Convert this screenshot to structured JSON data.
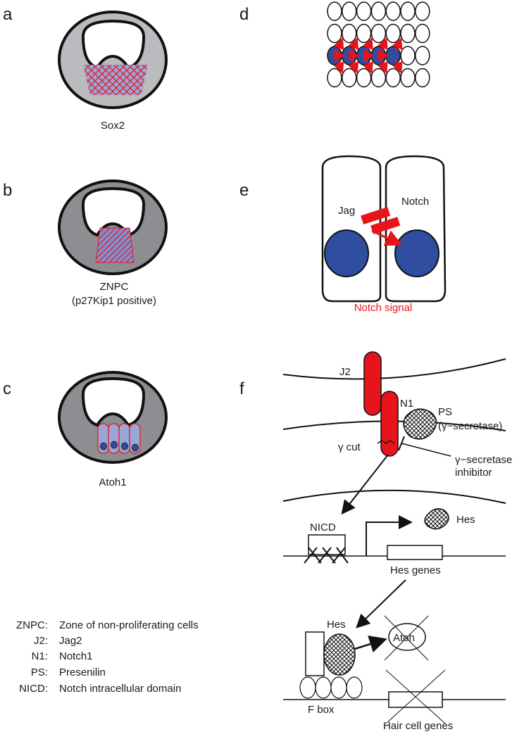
{
  "panels": {
    "a": {
      "letter": "a",
      "caption": "Sox2"
    },
    "b": {
      "letter": "b",
      "caption_line1": "ZNPC",
      "caption_line2": "(p27Kip1 positive)"
    },
    "c": {
      "letter": "c",
      "caption": "Atoh1"
    },
    "d": {
      "letter": "d"
    },
    "e": {
      "letter": "e",
      "jag_label": "Jag",
      "notch_label": "Notch",
      "signal_label": "Notch signal"
    },
    "f": {
      "letter": "f",
      "j2_label": "J2",
      "n1_label": "N1",
      "ps_label": "PS",
      "gamma_secretase_label": "(γ−secretase)",
      "gamma_cut_label": "γ cut",
      "inhibitor_line1": "γ−secretase",
      "inhibitor_line2": "inhibitor",
      "nicd_label": "NICD",
      "hes_label_top": "Hes",
      "hes_genes_label": "Hes genes",
      "hes_label_bottom": "Hes",
      "atoh_label": "Atoh",
      "fbox_label": "F box",
      "hair_cell_genes_label": "Hair cell genes"
    }
  },
  "legend": [
    {
      "abbr": "ZNPC:",
      "meaning": "Zone of non-proliferating cells"
    },
    {
      "abbr": "J2:",
      "meaning": "Jag2"
    },
    {
      "abbr": "N1:",
      "meaning": "Notch1"
    },
    {
      "abbr": "PS:",
      "meaning": "Presenilin"
    },
    {
      "abbr": "NICD:",
      "meaning": "Notch intracellular domain"
    }
  ],
  "colors": {
    "tissue_gray": "#b9bbbe",
    "dark_gray": "#8c8e91",
    "nucleus_blue": "#2f4ea0",
    "signal_red": "#e8141b",
    "hatch_fill": "#9aa6d6"
  }
}
